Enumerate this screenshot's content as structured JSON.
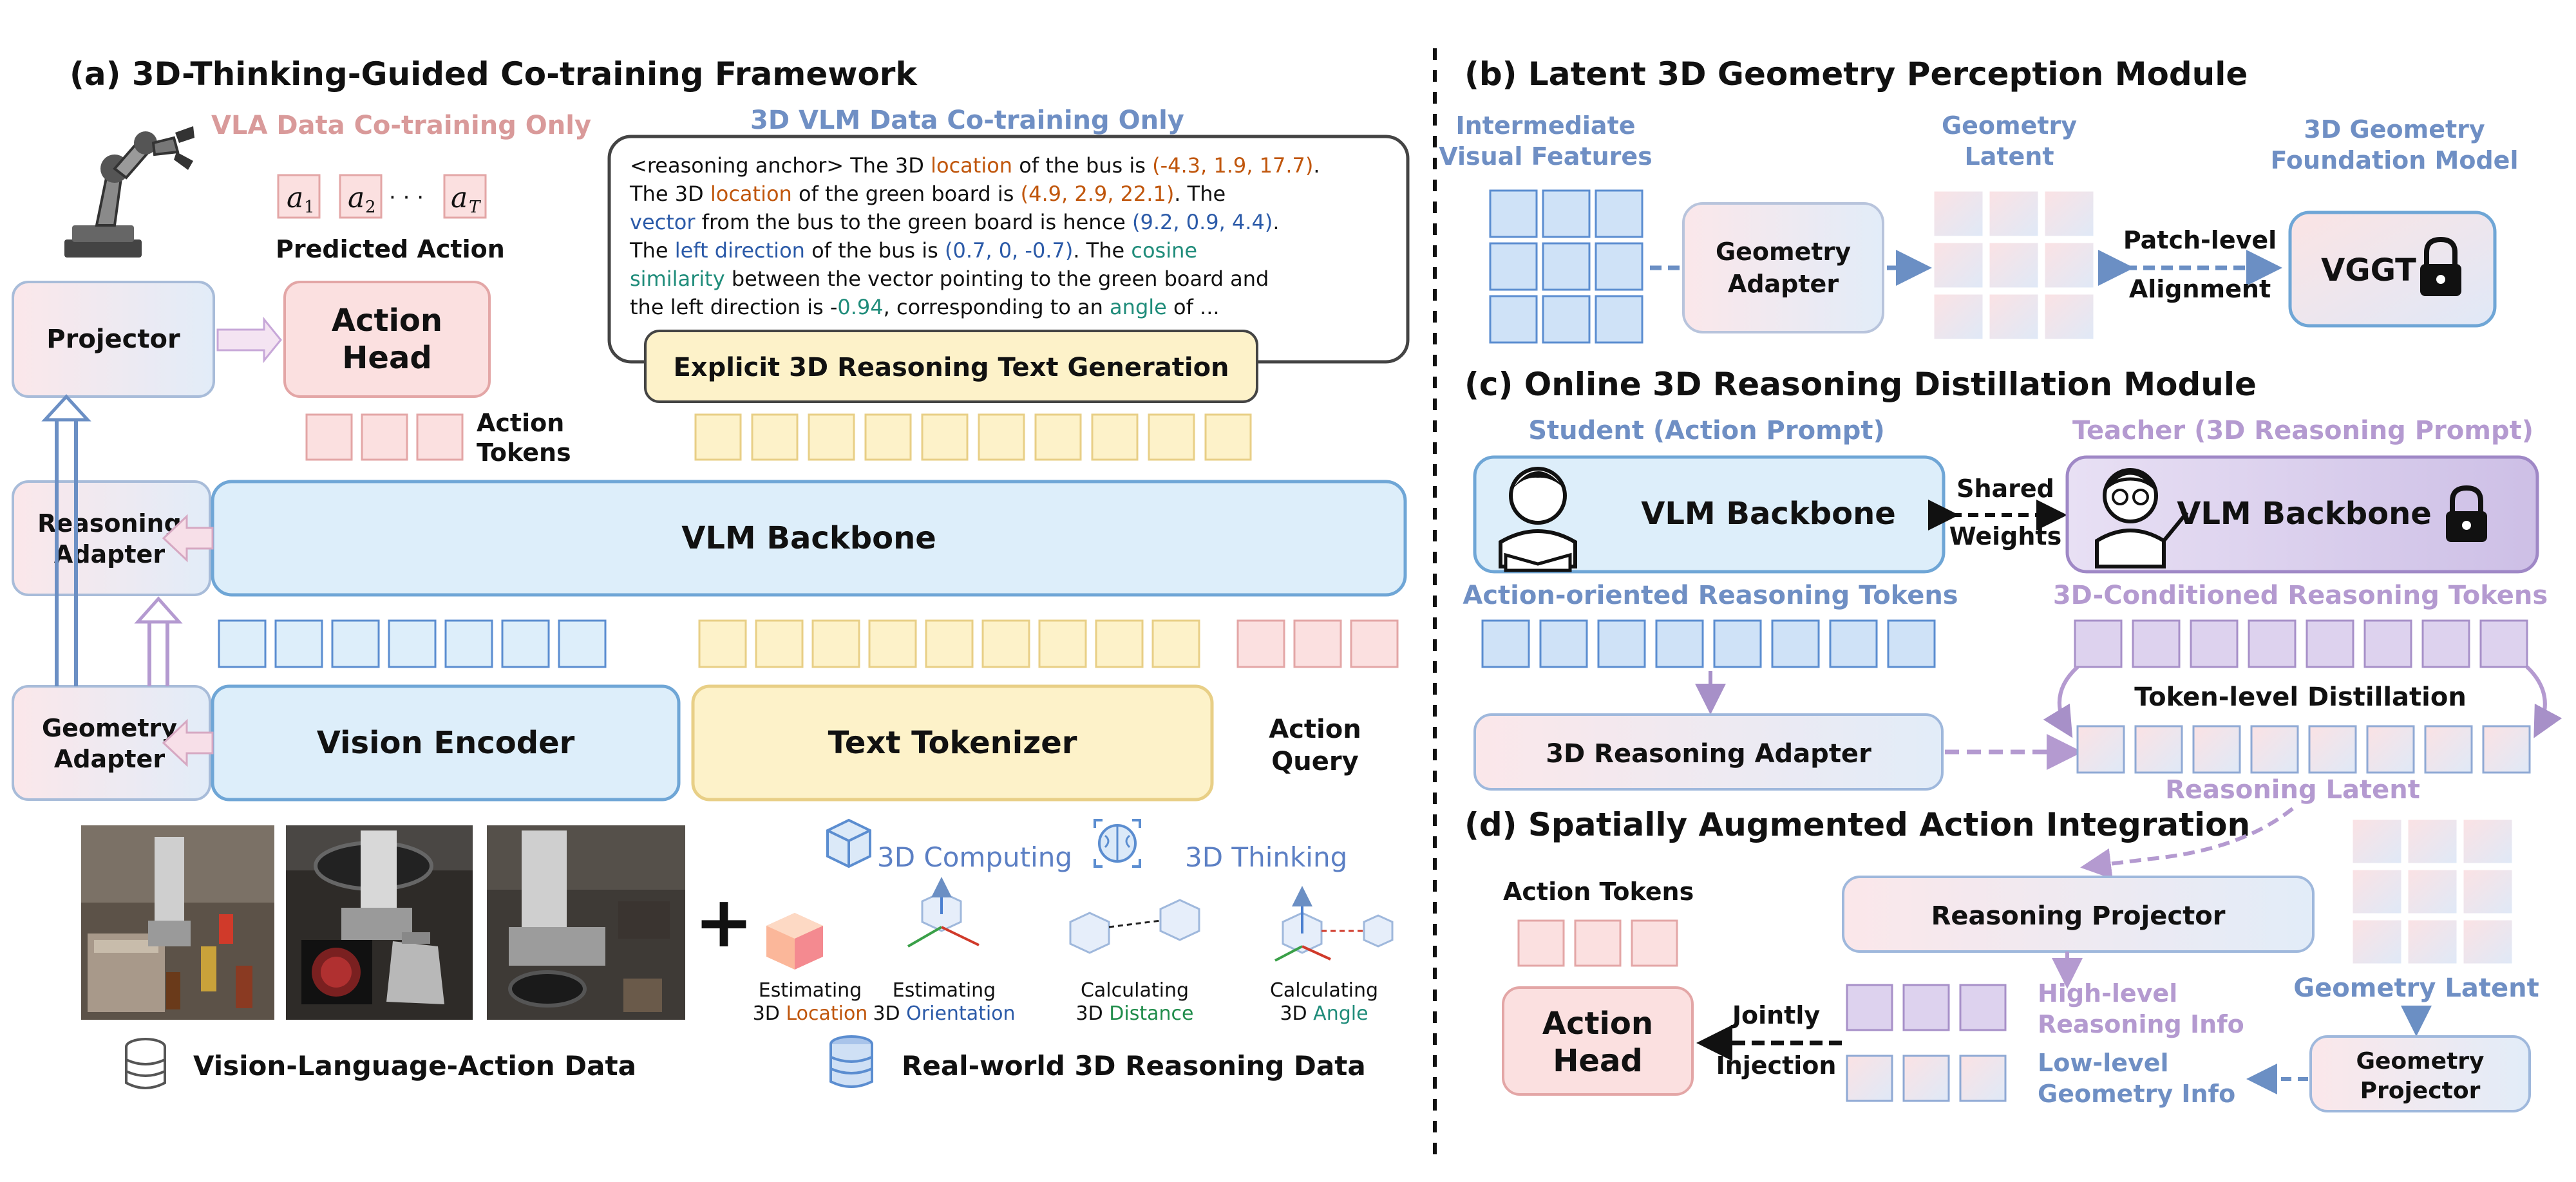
{
  "panels": {
    "a_title": "(a) 3D-Thinking-Guided Co-training Framework",
    "b_title": "(b) Latent 3D Geometry Perception Module",
    "c_title": "(c) Online 3D Reasoning Distillation Module",
    "d_title": "(d) Spatially Augmented Action Integration"
  },
  "a": {
    "vla_only": "VLA Data Co-training Only",
    "vlm_only": "3D VLM Data Co-training Only",
    "action_symbols": [
      "a",
      "a",
      "a"
    ],
    "action_subs": [
      "1",
      "2",
      "T"
    ],
    "action_dots": "· · ·",
    "predicted_action": "Predicted Action",
    "projector": "Projector",
    "action_head": [
      "Action",
      "Head"
    ],
    "action_tokens": [
      "Action",
      "Tokens"
    ],
    "reasoning_adapter": [
      "Reasoning",
      "Adapter"
    ],
    "vlm_backbone": "VLM Backbone",
    "geometry_adapter": [
      "Geometry",
      "Adapter"
    ],
    "vision_encoder": "Vision Encoder",
    "text_tokenizer": "Text Tokenizer",
    "action_query": [
      "Action",
      "Query"
    ],
    "explicit_gen": "Explicit 3D Reasoning Text Generation",
    "reasoning_lines": [
      [
        {
          "t": "<reasoning anchor> The 3D "
        },
        {
          "t": "location",
          "c": "orange"
        },
        {
          "t": " of the bus is "
        },
        {
          "t": "(-4.3, 1.9, 17.7)",
          "c": "orange"
        },
        {
          "t": "."
        }
      ],
      [
        {
          "t": "The 3D "
        },
        {
          "t": "location",
          "c": "orange"
        },
        {
          "t": " of the green board is "
        },
        {
          "t": "(4.9, 2.9, 22.1)",
          "c": "orange"
        },
        {
          "t": ". The"
        }
      ],
      [
        {
          "t": "vector",
          "c": "blue"
        },
        {
          "t": " from the bus to the green board is hence "
        },
        {
          "t": "(9.2, 0.9, 4.4)",
          "c": "blue"
        },
        {
          "t": "."
        }
      ],
      [
        {
          "t": "The "
        },
        {
          "t": "left direction",
          "c": "blue"
        },
        {
          "t": " of the bus is "
        },
        {
          "t": "(0.7, 0, -0.7)",
          "c": "blue"
        },
        {
          "t": ". The "
        },
        {
          "t": "cosine",
          "c": "teal"
        }
      ],
      [
        {
          "t": "similarity",
          "c": "teal"
        },
        {
          "t": " between the vector pointing to the green board and"
        }
      ],
      [
        {
          "t": "the left direction is -"
        },
        {
          "t": "0.94",
          "c": "teal"
        },
        {
          "t": ", corresponding to an "
        },
        {
          "t": "angle",
          "c": "teal"
        },
        {
          "t": " of ..."
        }
      ]
    ],
    "plus": "+",
    "computing": "3D Computing",
    "thinking": "3D Thinking",
    "task1": [
      "Estimating",
      "3D ",
      "Location"
    ],
    "task2": [
      "Estimating",
      "3D ",
      "Orientation"
    ],
    "task3": [
      "Calculating",
      "3D ",
      "Distance"
    ],
    "task4": [
      "Calculating",
      "3D ",
      "Angle"
    ],
    "vla_data": "Vision-Language-Action Data",
    "real_data": "Real-world 3D Reasoning Data"
  },
  "b": {
    "intermediate": [
      "Intermediate",
      "Visual Features"
    ],
    "geometry_latent": [
      "Geometry",
      "Latent"
    ],
    "foundation": [
      "3D Geometry",
      "Foundation Model"
    ],
    "geometry_adapter": [
      "Geometry",
      "Adapter"
    ],
    "patch_level": "Patch-level",
    "alignment": "Alignment",
    "vggt": "VGGT"
  },
  "c": {
    "student": "Student (Action Prompt)",
    "teacher": "Teacher (3D Reasoning Prompt)",
    "vlm_backbone": "VLM Backbone",
    "shared": [
      "Shared",
      "Weights"
    ],
    "action_oriented": "Action-oriented Reasoning Tokens",
    "conditioned": "3D-Conditioned Reasoning Tokens",
    "token_distill": "Token-level Distillation",
    "reasoning_adapter": "3D Reasoning Adapter",
    "reasoning_latent": "Reasoning Latent"
  },
  "d": {
    "action_tokens": "Action Tokens",
    "reasoning_projector": "Reasoning Projector",
    "action_head": [
      "Action",
      "Head"
    ],
    "jointly": [
      "Jointly",
      "Injection"
    ],
    "high_level": [
      "High-level",
      "Reasoning Info"
    ],
    "low_level": [
      "Low-level",
      "Geometry Info"
    ],
    "geometry_latent": "Geometry Latent",
    "geometry_projector": [
      "Geometry",
      "Projector"
    ]
  },
  "colors": {
    "orange": "#c0560c",
    "blue": "#2b5aa8",
    "teal": "#1f8c7a",
    "pink_text": "#d99a9a",
    "blue_text": "#6f8fc4",
    "purple_text": "#b49ad0",
    "box_blue_fill": "#ddeefa",
    "box_blue_stroke": "#6fa6d6",
    "box_pink_fill": "#fbe0e0",
    "box_pink_stroke": "#e3a6a6",
    "box_yellow_fill": "#fdf2c9",
    "box_yellow_stroke": "#e8cf86"
  }
}
